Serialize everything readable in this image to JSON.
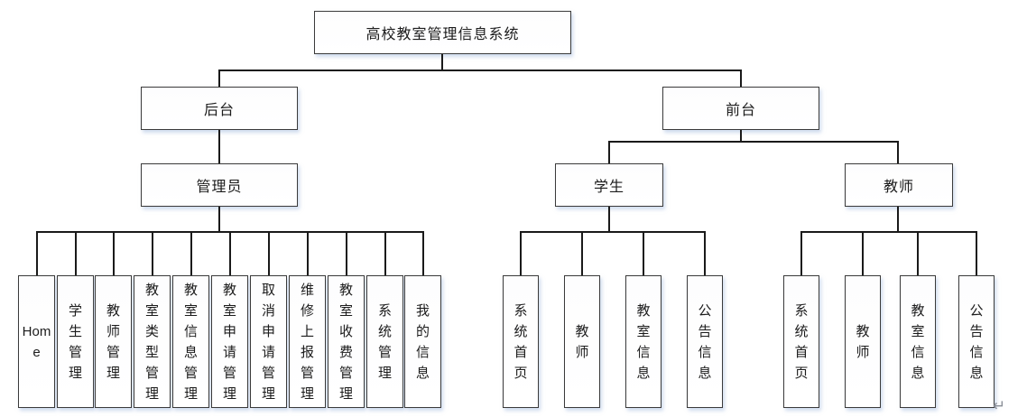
{
  "diagram": {
    "root": {
      "label": "高校教室管理信息系统"
    },
    "backend": {
      "label": "后台"
    },
    "frontend": {
      "label": "前台"
    },
    "admin": {
      "label": "管理员"
    },
    "student": {
      "label": "学生"
    },
    "teacher": {
      "label": "教师"
    },
    "admin_leaves": [
      {
        "label": "Home",
        "lines": [
          "Hom",
          "e"
        ]
      },
      {
        "label": "学生管理",
        "lines": [
          "学",
          "生",
          "管",
          "理"
        ]
      },
      {
        "label": "教师管理",
        "lines": [
          "教",
          "师",
          "管",
          "理"
        ]
      },
      {
        "label": "教室类型管理",
        "lines": [
          "教",
          "室",
          "类",
          "型",
          "管",
          "理"
        ]
      },
      {
        "label": "教室信息管理",
        "lines": [
          "教",
          "室",
          "信",
          "息",
          "管",
          "理"
        ]
      },
      {
        "label": "教室申请管理",
        "lines": [
          "教",
          "室",
          "申",
          "请",
          "管",
          "理"
        ]
      },
      {
        "label": "取消申请管理",
        "lines": [
          "取",
          "消",
          "申",
          "请",
          "管",
          "理"
        ]
      },
      {
        "label": "维修上报管理",
        "lines": [
          "维",
          "修",
          "上",
          "报",
          "管",
          "理"
        ]
      },
      {
        "label": "教室收费管理",
        "lines": [
          "教",
          "室",
          "收",
          "费",
          "管",
          "理"
        ]
      },
      {
        "label": "系统管理",
        "lines": [
          "系",
          "统",
          "管",
          "理"
        ]
      },
      {
        "label": "我的信息",
        "lines": [
          "我",
          "的",
          "信",
          "息"
        ]
      }
    ],
    "student_leaves": [
      {
        "label": "系统首页",
        "lines": [
          "系",
          "统",
          "首",
          "页"
        ]
      },
      {
        "label": "教师",
        "lines": [
          "教",
          "师"
        ]
      },
      {
        "label": "教室信息",
        "lines": [
          "教",
          "室",
          "信",
          "息"
        ]
      },
      {
        "label": "公告信息",
        "lines": [
          "公",
          "告",
          "信",
          "息"
        ]
      }
    ],
    "teacher_leaves": [
      {
        "label": "系统首页",
        "lines": [
          "系",
          "统",
          "首",
          "页"
        ]
      },
      {
        "label": "教师",
        "lines": [
          "教",
          "师"
        ]
      },
      {
        "label": "教室信息",
        "lines": [
          "教",
          "室",
          "信",
          "息"
        ]
      },
      {
        "label": "公告信息",
        "lines": [
          "公",
          "告",
          "信",
          "息"
        ]
      }
    ],
    "return_mark": "↵",
    "colors": {
      "box_border": "#3a3a3a",
      "connector": "#1a1a1a",
      "shadow": "#a8bee0",
      "background": "#ffffff"
    }
  }
}
